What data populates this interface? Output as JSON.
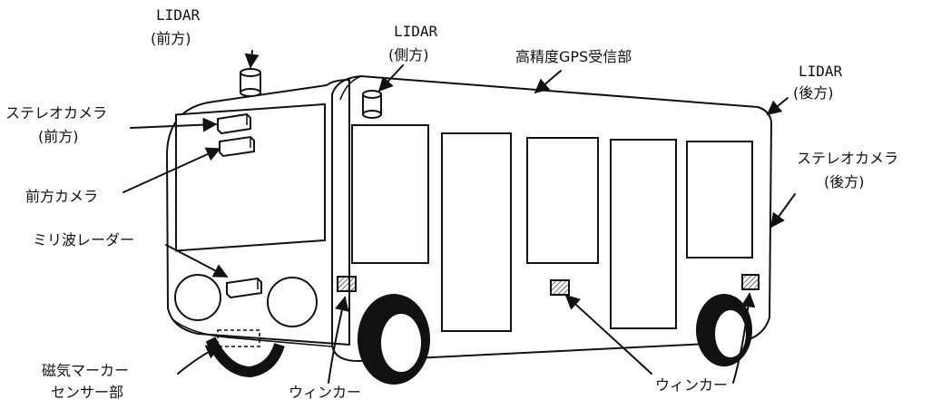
{
  "labels": {
    "lidar_front_1": "LIDAR",
    "lidar_front_2": "(前方)",
    "lidar_side_1": "LIDAR",
    "lidar_side_2": "(側方)",
    "gps": "高精度GPS受信部",
    "lidar_rear_1": "LIDAR",
    "lidar_rear_2": "(後方)",
    "stereo_front_1": "ステレオカメラ",
    "stereo_front_2": "(前方)",
    "front_camera": "前方カメラ",
    "stereo_rear_1": "ステレオカメラ",
    "stereo_rear_2": "(後方)",
    "radar": "ミリ波レーダー",
    "magnetic_1": "磁気マーカー",
    "magnetic_2": "センサー部",
    "winker_left": "ウィンカー",
    "winker_right": "ウィンカー"
  }
}
